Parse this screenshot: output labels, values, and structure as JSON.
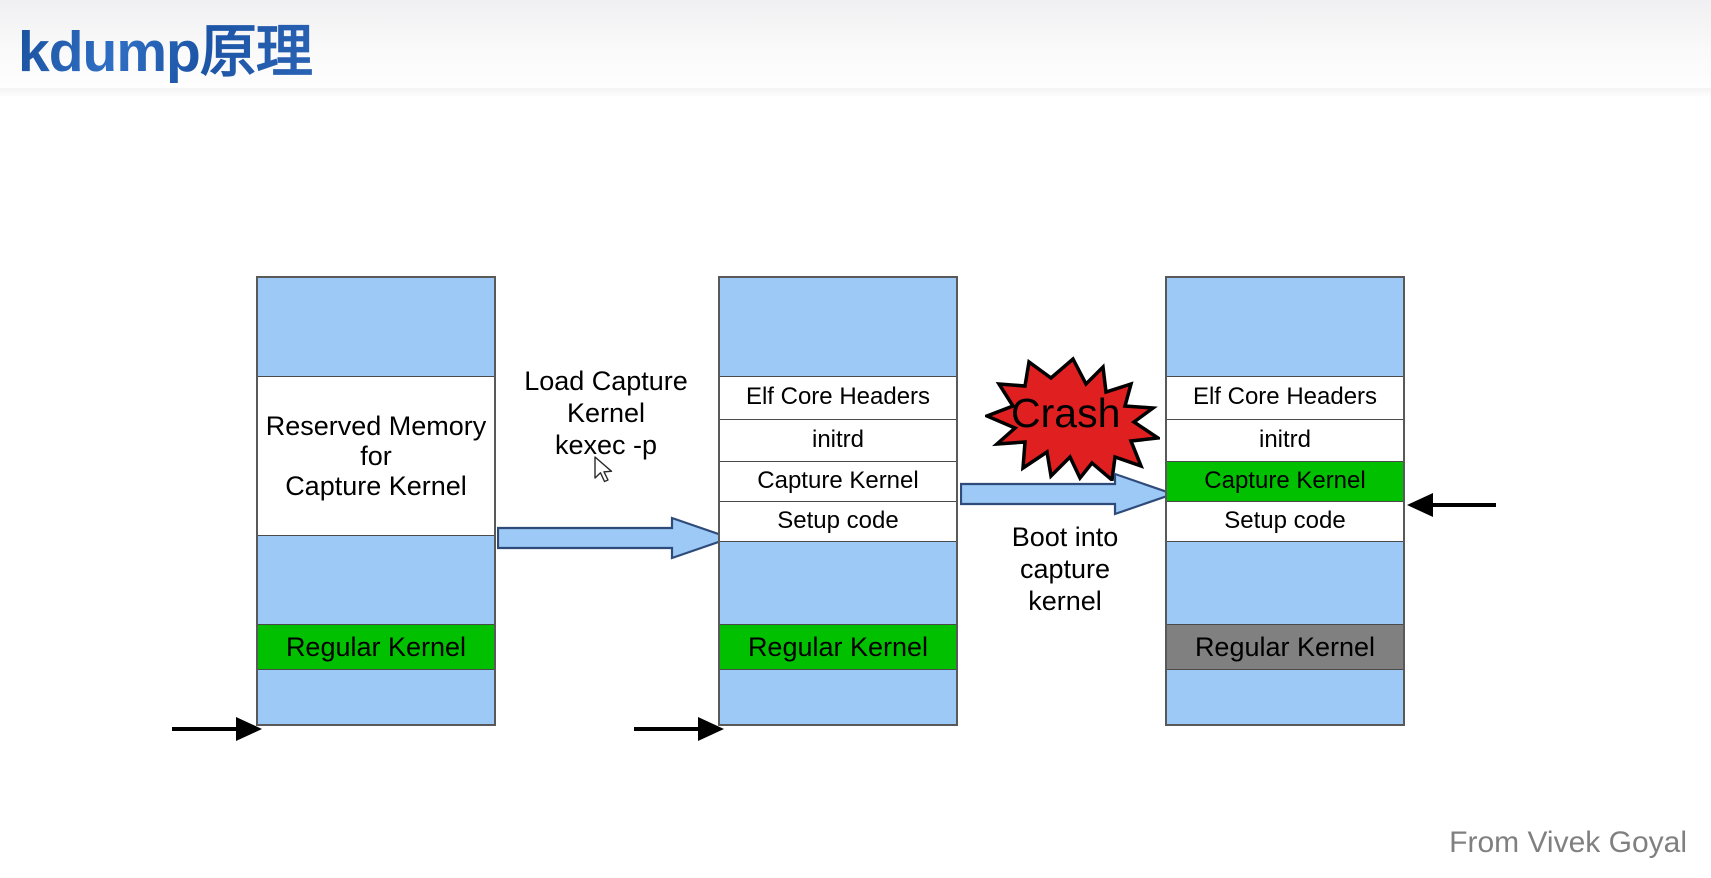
{
  "slide": {
    "title": "kdump原理",
    "attribution": "From Vivek Goyal",
    "title_color": "#1d55a6",
    "colors": {
      "memory_fill": "#9dc9f7",
      "kernel_green": "#00c000",
      "kernel_gray": "#808080",
      "crash_red": "#e02020",
      "arrow_blue": "#9dc9f7",
      "outline": "#595959",
      "attribution_gray": "#808080"
    }
  },
  "diagram": {
    "type": "kdump-memory-layout-flow",
    "columns": [
      {
        "name": "before-load",
        "rows": [
          {
            "label": "",
            "fill": "blue",
            "height": 100
          },
          {
            "label": "Reserved Memory\nfor\nCapture Kernel",
            "fill": "white",
            "height": 160,
            "font_size": 27
          },
          {
            "label": "",
            "fill": "blue",
            "height": 90
          },
          {
            "label": "Regular Kernel",
            "fill": "green",
            "height": 45,
            "font_size": 27
          },
          {
            "label": "",
            "fill": "blue",
            "height": 55
          }
        ],
        "pointer": {
          "side": "left",
          "target_row": 3,
          "direction": "right"
        }
      },
      {
        "name": "after-kexec-load",
        "rows": [
          {
            "label": "",
            "fill": "blue",
            "height": 100
          },
          {
            "label": "Elf Core Headers",
            "fill": "white",
            "height": 43,
            "font_size": 24
          },
          {
            "label": "initrd",
            "fill": "white",
            "height": 43,
            "font_size": 24
          },
          {
            "label": "Capture Kernel",
            "fill": "white",
            "height": 40,
            "font_size": 24
          },
          {
            "label": "Setup code",
            "fill": "white",
            "height": 40,
            "font_size": 24
          },
          {
            "label": "",
            "fill": "blue",
            "height": 84
          },
          {
            "label": "Regular Kernel",
            "fill": "green",
            "height": 45,
            "font_size": 27
          },
          {
            "label": "",
            "fill": "blue",
            "height": 55
          }
        ],
        "pointer": {
          "side": "left",
          "target_row": 6,
          "direction": "right"
        }
      },
      {
        "name": "after-crash-boot",
        "rows": [
          {
            "label": "",
            "fill": "blue",
            "height": 100
          },
          {
            "label": "Elf Core Headers",
            "fill": "white",
            "height": 43,
            "font_size": 24
          },
          {
            "label": "initrd",
            "fill": "white",
            "height": 43,
            "font_size": 24
          },
          {
            "label": "Capture Kernel",
            "fill": "green",
            "height": 40,
            "font_size": 24
          },
          {
            "label": "Setup code",
            "fill": "white",
            "height": 40,
            "font_size": 24
          },
          {
            "label": "",
            "fill": "blue",
            "height": 84
          },
          {
            "label": "Regular Kernel",
            "fill": "gray",
            "height": 45,
            "font_size": 27
          },
          {
            "label": "",
            "fill": "blue",
            "height": 55
          }
        ],
        "pointer": {
          "side": "right",
          "target_row": 3,
          "direction": "left"
        }
      }
    ],
    "transitions": [
      {
        "name": "load-capture-kernel",
        "label": "Load Capture\nKernel\nkexec -p",
        "label_position": "above",
        "arrow": "blue-block-arrow-right"
      },
      {
        "name": "crash-and-boot",
        "label": "Boot into\ncapture\nkernel",
        "label_position": "below",
        "arrow": "blue-block-arrow-right",
        "badge": "Crash"
      }
    ],
    "crash_badge": {
      "label": "Crash",
      "shape": "starburst",
      "fill": "#e02020",
      "stroke": "#000000"
    }
  }
}
